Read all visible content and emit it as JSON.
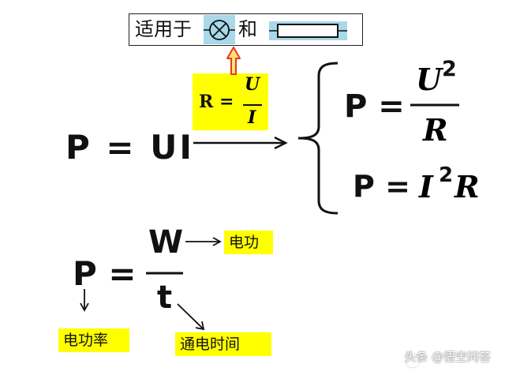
{
  "header": {
    "prefix": "适用于",
    "conjunction": "和"
  },
  "box_formula": {
    "lhs": "R =",
    "numerator": "U",
    "denominator": "I"
  },
  "main_formula": "P = UI",
  "derived": {
    "f1_lhs": "P =",
    "f1_num": "U",
    "f1_sup": "2",
    "f1_den": "R",
    "f2_lhs": "P =",
    "f2_i": "I",
    "f2_sup": "2",
    "f2_r": "R"
  },
  "power_formula": {
    "lhs": "P =",
    "numerator": "W",
    "denominator": "t"
  },
  "labels": {
    "work": "电功",
    "power": "电功率",
    "time": "通电时间"
  },
  "watermark": "头条 @悟空问答",
  "colors": {
    "highlight_yellow": "#ffff00",
    "highlight_blue": "#a8d8ea",
    "arrow_red": "#e53a1c",
    "arrow_fill": "#ffe07a"
  }
}
